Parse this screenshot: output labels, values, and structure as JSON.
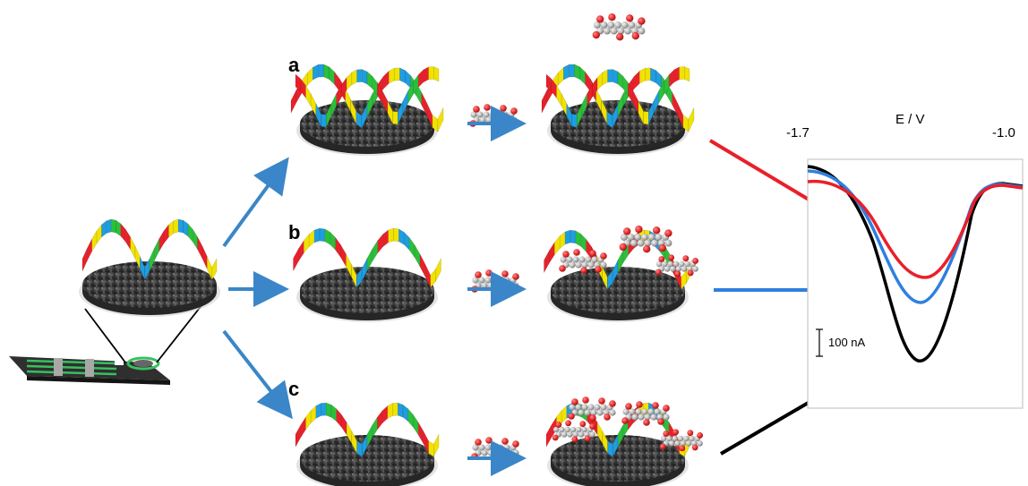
{
  "panels": [
    {
      "letter": "a"
    },
    {
      "letter": "b"
    },
    {
      "letter": "c"
    }
  ],
  "voltammogram": {
    "axis_title": "E / V",
    "x_left_tick": "-1.7",
    "x_right_tick": "-1.0",
    "scale_bar_label": "100 nA",
    "colors": {
      "a": "#e8202a",
      "b": "#2e7fe0",
      "c": "#000000"
    }
  },
  "colors": {
    "process_arrow": "#3a86c8",
    "disc": "#4a4a4a",
    "strip_segments": [
      "#e8202a",
      "#f2e200",
      "#1f9de0",
      "#2cbf3a"
    ],
    "electrode_body": "#3b3b3b",
    "electrode_track": "#38c060",
    "oxygen_atom": "#e32b2b",
    "carbon_atom": "#b5b5b5"
  }
}
